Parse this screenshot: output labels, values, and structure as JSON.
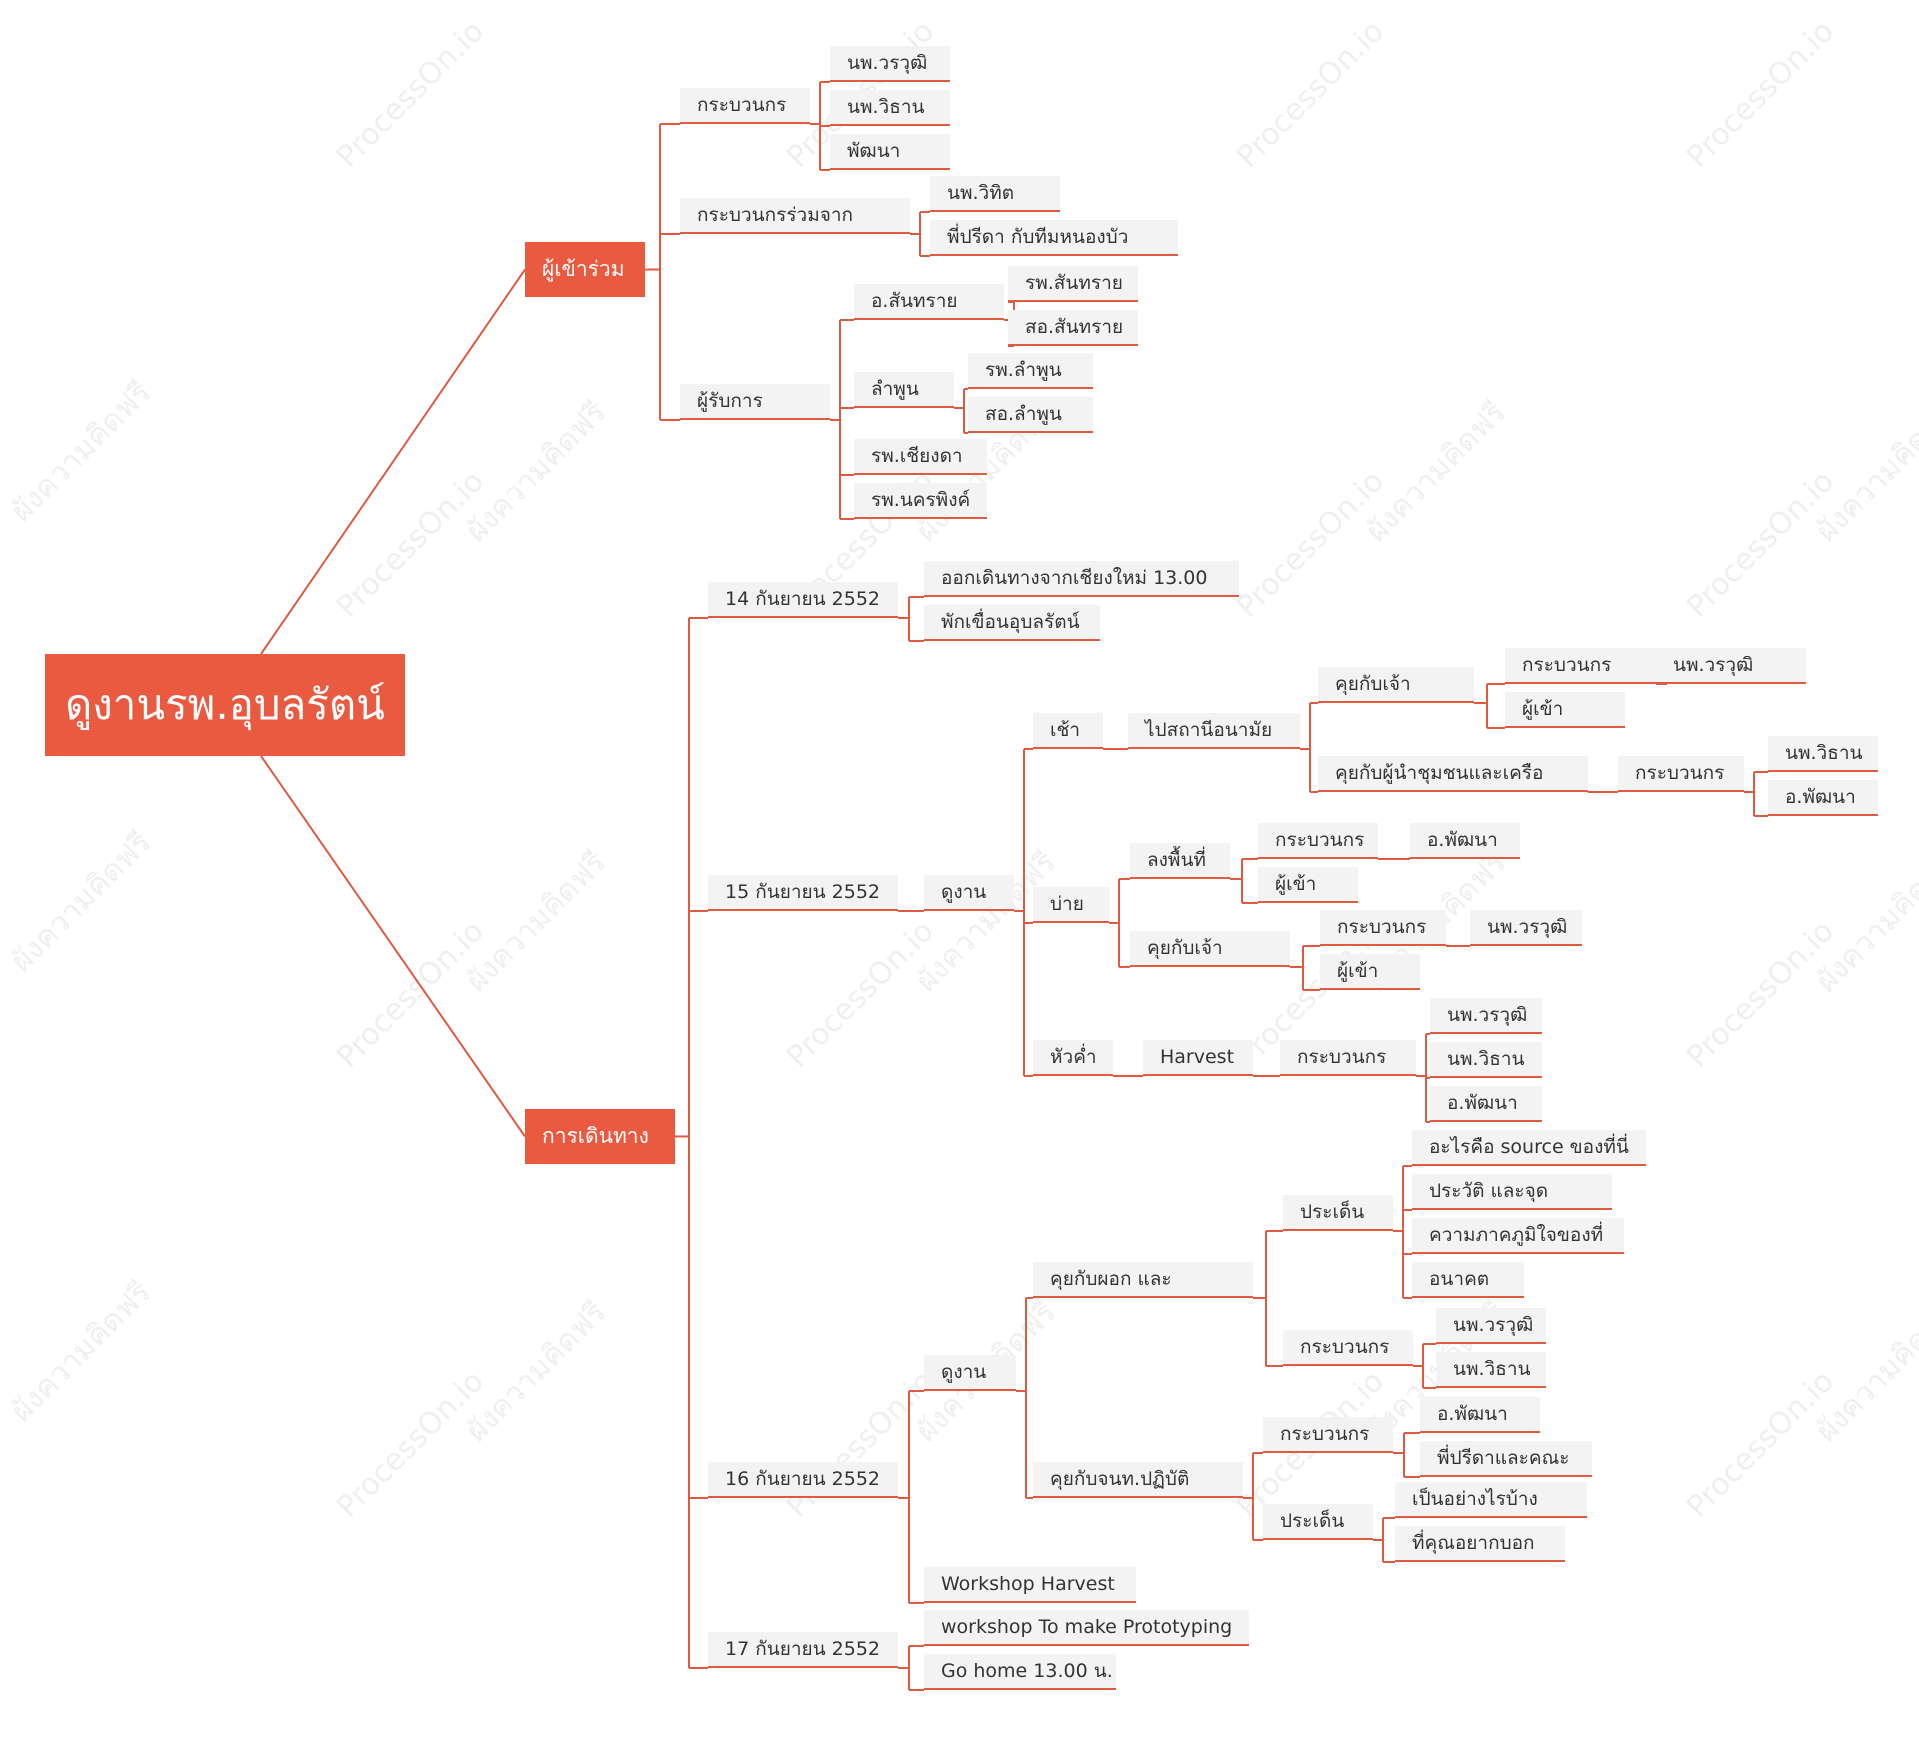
{
  "colors": {
    "accent": "#ea5a40",
    "line": "#e05a3f",
    "topic_bg": "#f3f3f3",
    "text": "#333333"
  },
  "watermark": {
    "logo": "ProcessOn.io",
    "text": "ผังความคิดฟรี"
  },
  "mindmap": {
    "root": "ดูงานรพ.อุบลรัตน์",
    "nodes": [
      {
        "id": "b1",
        "label": "ผู้เข้าร่วม",
        "parent": "root"
      },
      {
        "id": "c1",
        "label": "กระบวนกร",
        "parent": "b1"
      },
      {
        "id": "c1a",
        "label": "นพ.วรวุฒิ",
        "parent": "c1"
      },
      {
        "id": "c1b",
        "label": "นพ.วิธาน",
        "parent": "c1"
      },
      {
        "id": "c1c",
        "label": "พัฒนา",
        "parent": "c1"
      },
      {
        "id": "c2",
        "label": "กระบวนกรร่วมจาก",
        "parent": "b1"
      },
      {
        "id": "c2a",
        "label": "นพ.วิทิต",
        "parent": "c2"
      },
      {
        "id": "c2b",
        "label": "พี่ปรีดา กับทีมหนองบัว",
        "parent": "c2"
      },
      {
        "id": "c3",
        "label": "ผู้รับการ",
        "parent": "b1"
      },
      {
        "id": "c3a",
        "label": "อ.สันทราย",
        "parent": "c3"
      },
      {
        "id": "c3a1",
        "label": "รพ.สันทราย",
        "parent": "c3a"
      },
      {
        "id": "c3a2",
        "label": "สอ.สันทราย",
        "parent": "c3a"
      },
      {
        "id": "c3b",
        "label": "ลำพูน",
        "parent": "c3"
      },
      {
        "id": "c3b1",
        "label": "รพ.ลำพูน",
        "parent": "c3b"
      },
      {
        "id": "c3b2",
        "label": "สอ.ลำพูน",
        "parent": "c3b"
      },
      {
        "id": "c3c",
        "label": "รพ.เชียงดา",
        "parent": "c3"
      },
      {
        "id": "c3d",
        "label": "รพ.นครพิงค์",
        "parent": "c3"
      },
      {
        "id": "b2",
        "label": "การเดินทาง",
        "parent": "root"
      },
      {
        "id": "d1",
        "label": "14 กันยายน 2552",
        "parent": "b2"
      },
      {
        "id": "d1a",
        "label": "ออกเดินทางจากเชียงใหม่ 13.00",
        "parent": "d1"
      },
      {
        "id": "d1b",
        "label": "พักเขื่อนอุบลรัตน์",
        "parent": "d1"
      },
      {
        "id": "d2",
        "label": "15 กันยายน 2552",
        "parent": "b2"
      },
      {
        "id": "d2a",
        "label": "ดูงาน",
        "parent": "d2"
      },
      {
        "id": "m1",
        "label": "เช้า",
        "parent": "d2a"
      },
      {
        "id": "m1a",
        "label": "ไปสถานีอนามัย",
        "parent": "m1"
      },
      {
        "id": "m1a1",
        "label": "คุยกับเจ้า",
        "parent": "m1a"
      },
      {
        "id": "m1a1a",
        "label": "กระบวนกร",
        "parent": "m1a1"
      },
      {
        "id": "m1a1a1",
        "label": "นพ.วรวุฒิ",
        "parent": "m1a1a"
      },
      {
        "id": "m1a1b",
        "label": "ผู้เข้า",
        "parent": "m1a1"
      },
      {
        "id": "m1a2",
        "label": "คุยกับผู้นำชุมชนและเครือ",
        "parent": "m1a"
      },
      {
        "id": "m1a2a",
        "label": "กระบวนกร",
        "parent": "m1a2"
      },
      {
        "id": "m1a2a1",
        "label": "นพ.วิธาน",
        "parent": "m1a2a"
      },
      {
        "id": "m1a2a2",
        "label": "อ.พัฒนา",
        "parent": "m1a2a"
      },
      {
        "id": "m2",
        "label": "บ่าย",
        "parent": "d2a"
      },
      {
        "id": "m2a",
        "label": "ลงพื้นที่",
        "parent": "m2"
      },
      {
        "id": "m2a1",
        "label": "กระบวนกร",
        "parent": "m2a"
      },
      {
        "id": "m2a1a",
        "label": "อ.พัฒนา",
        "parent": "m2a1"
      },
      {
        "id": "m2a2",
        "label": "ผู้เข้า",
        "parent": "m2a"
      },
      {
        "id": "m2b",
        "label": "คุยกับเจ้า",
        "parent": "m2"
      },
      {
        "id": "m2b1",
        "label": "กระบวนกร",
        "parent": "m2b"
      },
      {
        "id": "m2b1a",
        "label": "นพ.วรวุฒิ",
        "parent": "m2b1"
      },
      {
        "id": "m2b2",
        "label": "ผู้เข้า",
        "parent": "m2b"
      },
      {
        "id": "m3",
        "label": "หัวค่ำ",
        "parent": "d2a"
      },
      {
        "id": "m3a",
        "label": "Harvest",
        "parent": "m3"
      },
      {
        "id": "m3a1",
        "label": "กระบวนกร",
        "parent": "m3a"
      },
      {
        "id": "m3a1a",
        "label": "นพ.วรวุฒิ",
        "parent": "m3a1"
      },
      {
        "id": "m3a1b",
        "label": "นพ.วิธาน",
        "parent": "m3a1"
      },
      {
        "id": "m3a1c",
        "label": "อ.พัฒนา",
        "parent": "m3a1"
      },
      {
        "id": "d3",
        "label": "16 กันยายน 2552",
        "parent": "b2"
      },
      {
        "id": "d3a",
        "label": "ดูงาน",
        "parent": "d3"
      },
      {
        "id": "n1",
        "label": "คุยกับผอก และ",
        "parent": "d3a"
      },
      {
        "id": "n1a",
        "label": "ประเด็น",
        "parent": "n1"
      },
      {
        "id": "n1a1",
        "label": "อะไรคือ source ของที่นี่",
        "parent": "n1a"
      },
      {
        "id": "n1a2",
        "label": "ประวัติ และจุด",
        "parent": "n1a"
      },
      {
        "id": "n1a3",
        "label": "ความภาคภูมิใจของที่",
        "parent": "n1a"
      },
      {
        "id": "n1a4",
        "label": "อนาคต",
        "parent": "n1a"
      },
      {
        "id": "n1b",
        "label": "กระบวนกร",
        "parent": "n1"
      },
      {
        "id": "n1b1",
        "label": "นพ.วรวุฒิ",
        "parent": "n1b"
      },
      {
        "id": "n1b2",
        "label": "นพ.วิธาน",
        "parent": "n1b"
      },
      {
        "id": "n2",
        "label": "คุยกับจนท.ปฏิบัติ",
        "parent": "d3a"
      },
      {
        "id": "n2a",
        "label": "กระบวนกร",
        "parent": "n2"
      },
      {
        "id": "n2a1",
        "label": "อ.พัฒนา",
        "parent": "n2a"
      },
      {
        "id": "n2a2",
        "label": "พี่ปรีดาและคณะ",
        "parent": "n2a"
      },
      {
        "id": "n2b",
        "label": "ประเด็น",
        "parent": "n2"
      },
      {
        "id": "n2b1",
        "label": "เป็นอย่างไรบ้าง",
        "parent": "n2b"
      },
      {
        "id": "n2b2",
        "label": "ที่คุณอยากบอก",
        "parent": "n2b"
      },
      {
        "id": "d3b",
        "label": "Workshop Harvest",
        "parent": "d3"
      },
      {
        "id": "d4",
        "label": "17 กันยายน 2552",
        "parent": "b2"
      },
      {
        "id": "d4a",
        "label": "workshop To make Prototyping",
        "parent": "d4"
      },
      {
        "id": "d4b",
        "label": "Go home 13.00 น.",
        "parent": "d4"
      }
    ]
  }
}
